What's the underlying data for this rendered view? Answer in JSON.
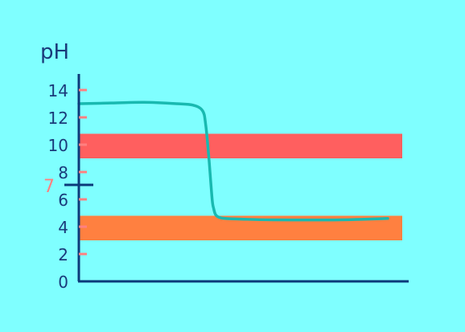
{
  "chart_data": {
    "type": "line",
    "ylabel": "pH",
    "ylim": [
      0,
      15
    ],
    "yticks": [
      0,
      2,
      4,
      6,
      8,
      10,
      12,
      14
    ],
    "reference_line": {
      "value": 7,
      "label": "7"
    },
    "bands": [
      {
        "from": 9,
        "to": 10.8,
        "color": "#ff5f5f"
      },
      {
        "from": 3,
        "to": 4.8,
        "color": "#ff8040"
      }
    ],
    "series": [
      {
        "x": [
          0,
          10,
          20,
          30,
          35,
          38,
          39,
          40,
          41,
          41.5,
          42,
          43,
          45,
          50,
          60,
          80,
          95
        ],
        "y": [
          13.0,
          13.05,
          13.1,
          13.0,
          12.9,
          12.5,
          11.5,
          9.0,
          6.0,
          5.3,
          4.9,
          4.7,
          4.6,
          4.55,
          4.5,
          4.5,
          4.6
        ],
        "color": "#19b9b0"
      }
    ],
    "colors": {
      "background": "#7fffff",
      "axis": "#0c3a7a",
      "tick_mark": "#ff8080",
      "label_text": "#1a3a7a",
      "reference_label": "#ff8080"
    }
  }
}
